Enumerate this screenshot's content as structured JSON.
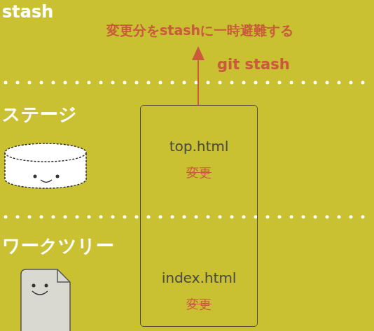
{
  "diagram": {
    "nodes": [
      {
        "text": [
          "top.html",
          "変更",
          "index.html",
          "変更"
        ]
      }
    ],
    "labels": [
      "stash",
      "変更分をstashに一時避難する",
      "git stash",
      "ステージ",
      "ワークツリー"
    ]
  }
}
